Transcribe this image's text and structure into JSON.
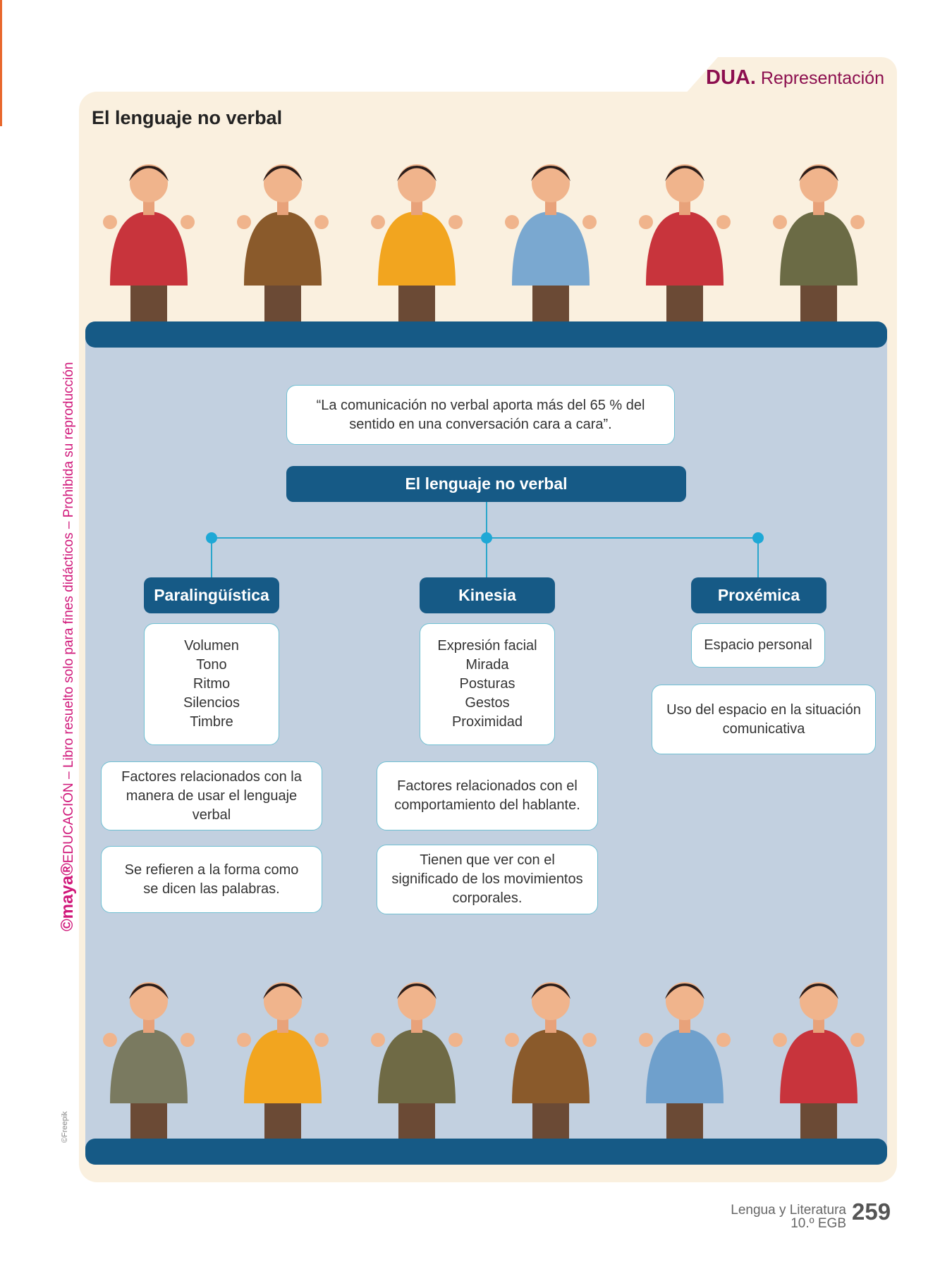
{
  "header": {
    "dua": "DUA.",
    "section": "Representación",
    "title": "El lenguaje no verbal"
  },
  "sidebar_text": {
    "brand": "©maya®",
    "rest": "EDUCACIÓN – Libro resuelto solo para fines didácticos – Prohibida su reproducción"
  },
  "credit": "©Freepik",
  "diagram": {
    "quote": "“La comunicación no verbal aporta más del 65 % del sentido en una conversación cara a cara”.",
    "root": "El lenguaje no verbal",
    "branches": [
      {
        "label": "Paralingüística",
        "items": "Volumen\nTono\nRitmo\nSilencios\nTimbre",
        "desc1": "Factores relacionados con la manera de usar el lenguaje verbal",
        "desc2": "Se refieren a la forma como se dicen las palabras."
      },
      {
        "label": "Kinesia",
        "items": "Expresión facial\nMirada\nPosturas\nGestos\nProximidad",
        "desc1": "Factores relacionados con el comportamiento del hablante.",
        "desc2": "Tienen que ver con el significado de los movimientos corporales."
      },
      {
        "label": "Proxémica",
        "items": "Espacio personal",
        "desc1": "Uso del espacio en la situación comunicativa"
      }
    ]
  },
  "footer": {
    "subject": "Lengua y Literatura",
    "grade": "10.º EGB",
    "page": "259"
  },
  "colors": {
    "accent": "#8c0f4f",
    "dark_blue": "#165a86",
    "panel": "#c2d0e0",
    "cream": "#faf0df"
  },
  "people_top": [
    "#c8343c",
    "#8a5a2b",
    "#f2a51f",
    "#7aa8d0",
    "#c8343c",
    "#6b6b45"
  ],
  "people_bottom": [
    "#7a7a60",
    "#f2a51f",
    "#6f6a45",
    "#8a5a2b",
    "#6fa0cc",
    "#c8343c"
  ]
}
